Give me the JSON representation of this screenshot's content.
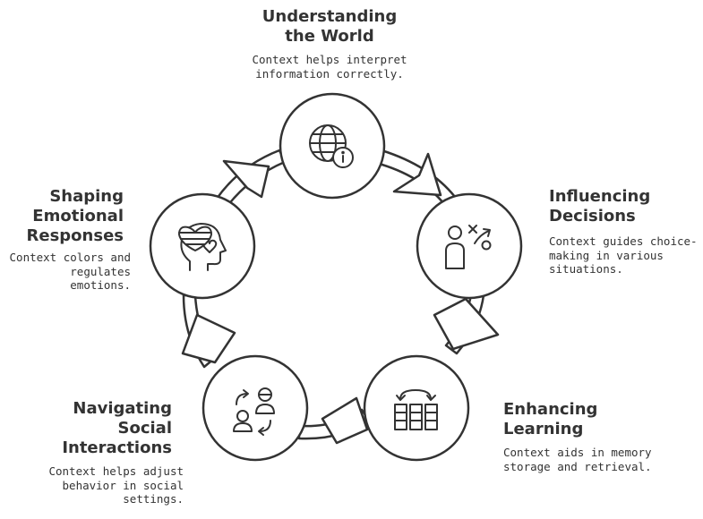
{
  "stages": [
    {
      "title": "Understanding\nthe World",
      "description": "Context helps interpret\ninformation correctly.",
      "icon": "globe-info-icon"
    },
    {
      "title": "Influencing\nDecisions",
      "description": "Context guides choice-\nmaking in various\nsituations.",
      "icon": "person-strategy-icon"
    },
    {
      "title": "Enhancing\nLearning",
      "description": "Context aids in memory\nstorage and retrieval.",
      "icon": "memory-blocks-icon"
    },
    {
      "title": "Navigating\nSocial\nInteractions",
      "description": "Context helps adjust\nbehavior in social\nsettings.",
      "icon": "people-exchange-icon"
    },
    {
      "title": "Shaping\nEmotional\nResponses",
      "description": "Context colors and\nregulates emotions.",
      "icon": "head-heart-icon"
    }
  ],
  "colors": {
    "stroke": "#333333",
    "fill": "#ffffff",
    "text": "#333333"
  }
}
